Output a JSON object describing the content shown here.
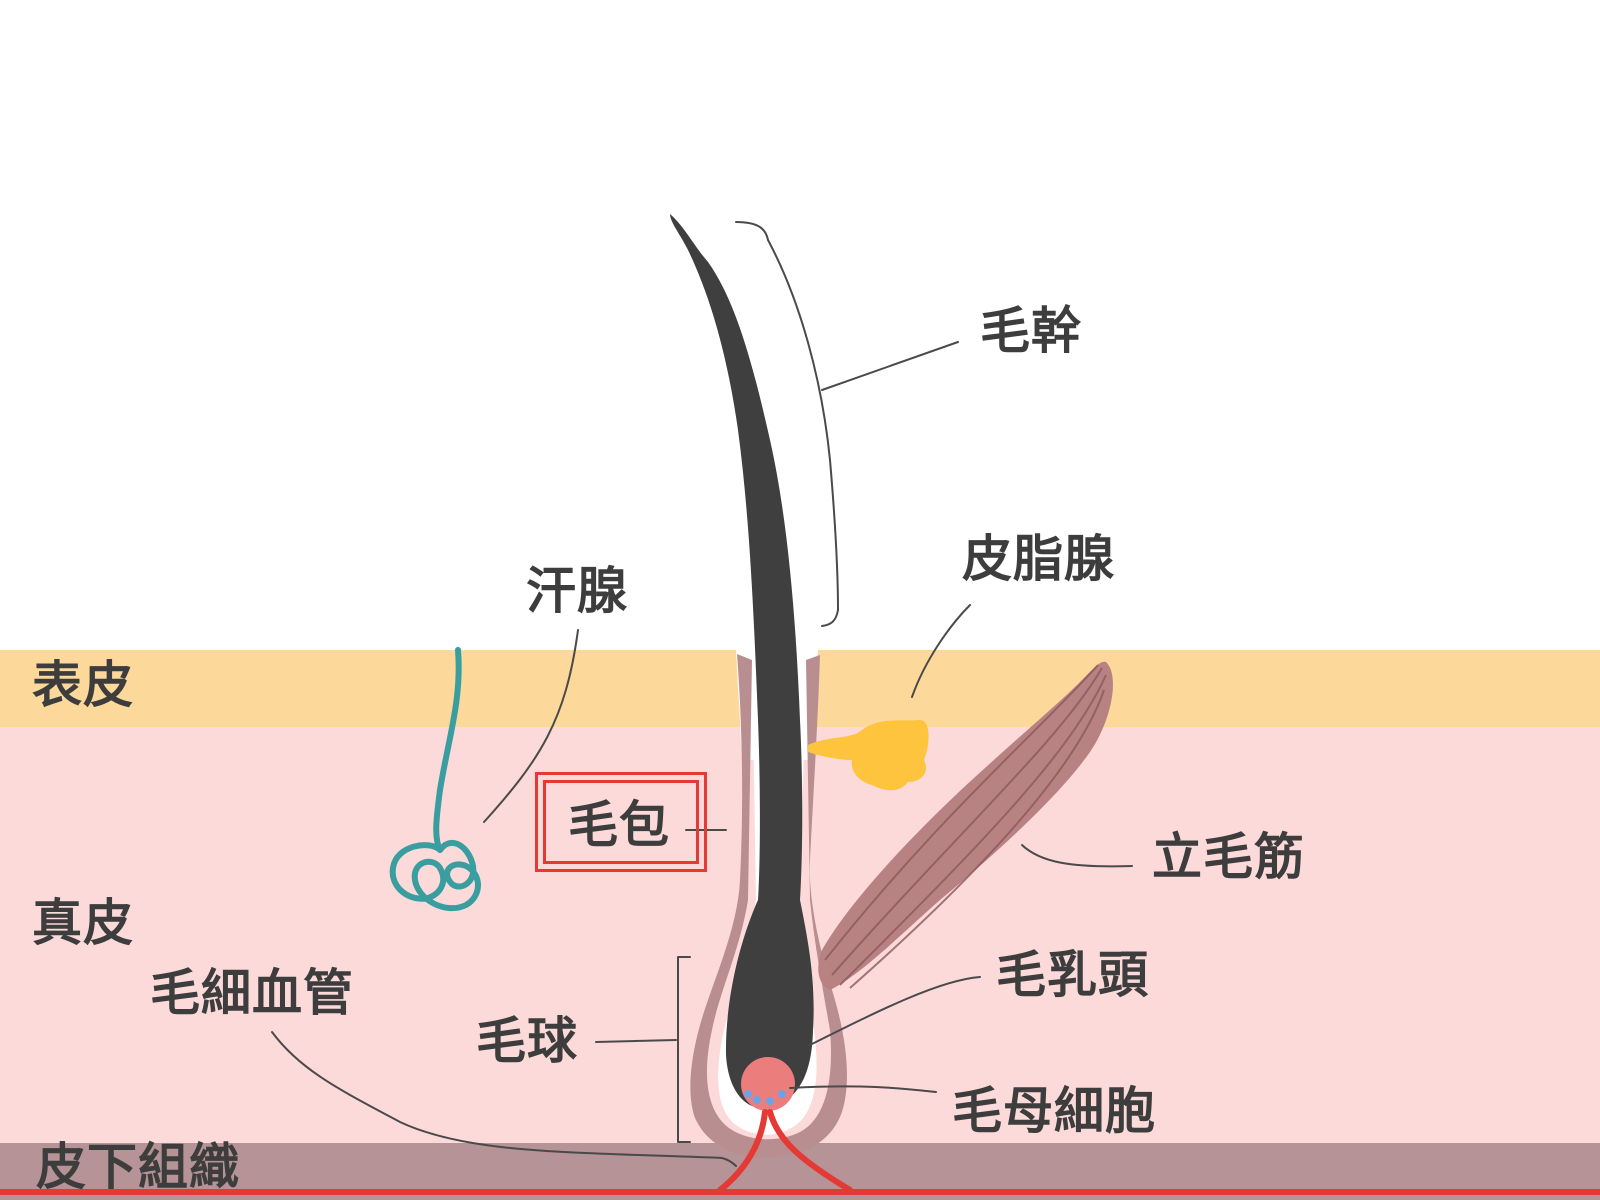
{
  "labels": {
    "hair_shaft": "毛幹",
    "sebaceous_gland": "皮脂腺",
    "sweat_gland": "汗腺",
    "epidermis": "表皮",
    "hair_follicle": "毛包",
    "arrector_pili": "立毛筋",
    "dermis": "真皮",
    "capillary": "毛細血管",
    "dermal_papilla": "毛乳頭",
    "hair_bulb": "毛球",
    "matrix_cells": "毛母細胞",
    "subcutaneous": "皮下組織"
  },
  "colors": {
    "epidermis": "#fcd99a",
    "dermis": "#fddada",
    "subcutaneous": "#b59396",
    "hair": "#3f3f3f",
    "follicle_sheath": "#b98e90",
    "sebaceous_gland": "#fec43d",
    "sweat_gland": "#3a9ea0",
    "muscle": "#b98282",
    "muscle_lines": "#8a5a5c",
    "papilla": "#ec7d7d",
    "matrix_dots": "#6fa2e3",
    "blood_vessel": "#e53935",
    "highlight": "#e53935"
  }
}
